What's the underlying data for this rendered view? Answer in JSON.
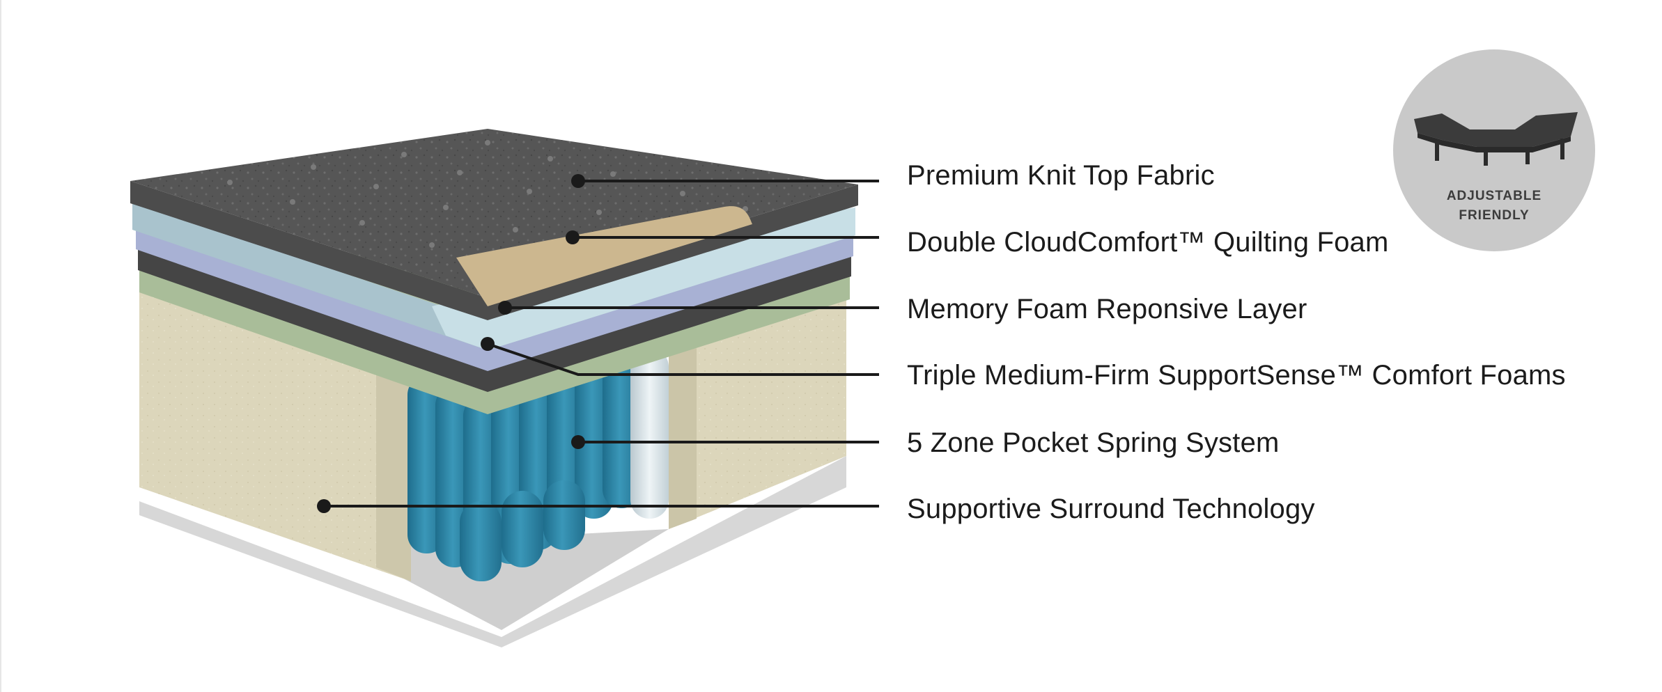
{
  "layers": [
    {
      "id": "knit-top",
      "label": "Premium Knit Top Fabric"
    },
    {
      "id": "quilting-foam",
      "label": "Double CloudComfort™ Quilting Foam"
    },
    {
      "id": "memory-foam",
      "label": "Memory Foam Reponsive Layer"
    },
    {
      "id": "comfort-foams",
      "label": "Triple Medium-Firm SupportSense™ Comfort Foams"
    },
    {
      "id": "pocket-springs",
      "label": "5 Zone Pocket Spring System"
    },
    {
      "id": "surround",
      "label": "Supportive Surround Technology"
    }
  ],
  "badge": {
    "icon": "adjustable-bed-icon",
    "line1": "ADJUSTABLE",
    "line2": "FRIENDLY"
  },
  "colors": {
    "knit_top": "#5a5a5a",
    "quilting_foam": "#a9c4cf",
    "memory_foam": "#a9b3d6",
    "comfort_foam_dark": "#4a4a4a",
    "comfort_foam_green": "#a7bb98",
    "springs": "#2f86a6",
    "surround": "#ddd8bf",
    "badge_bg": "#c9c9c9"
  }
}
